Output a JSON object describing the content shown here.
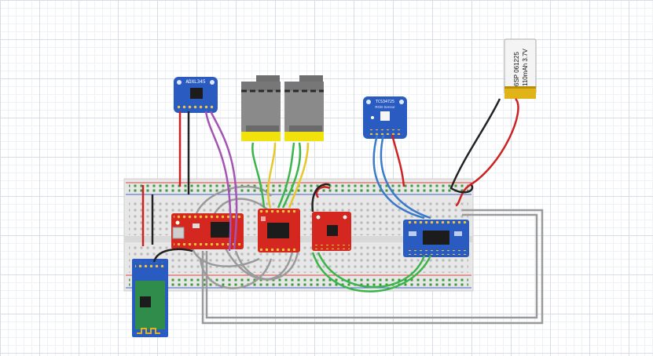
{
  "battery": {
    "model": "6SP 061225",
    "capacity": "110mAh 3.7V"
  },
  "modules": {
    "accel": "ADXL345",
    "color_sensor_title": "TCS34725",
    "color_sensor_sub": "RGB Sensor"
  },
  "colors": {
    "breadboard": "#e7e7e7",
    "rail_red": "#d44",
    "rail_blue": "#46c",
    "pcb_red": "#d3271f",
    "pcb_blue": "#2a5bc0",
    "motor_gray": "#8a8a8a",
    "motor_yellow": "#f2e20c",
    "wire_gray": "#9a9a9a",
    "wire_purple": "#a455b3",
    "wire_green": "#3bb54a",
    "wire_yellow": "#e6c82a",
    "wire_blue": "#3a7ac9",
    "wire_red": "#c22",
    "wire_black": "#222"
  }
}
